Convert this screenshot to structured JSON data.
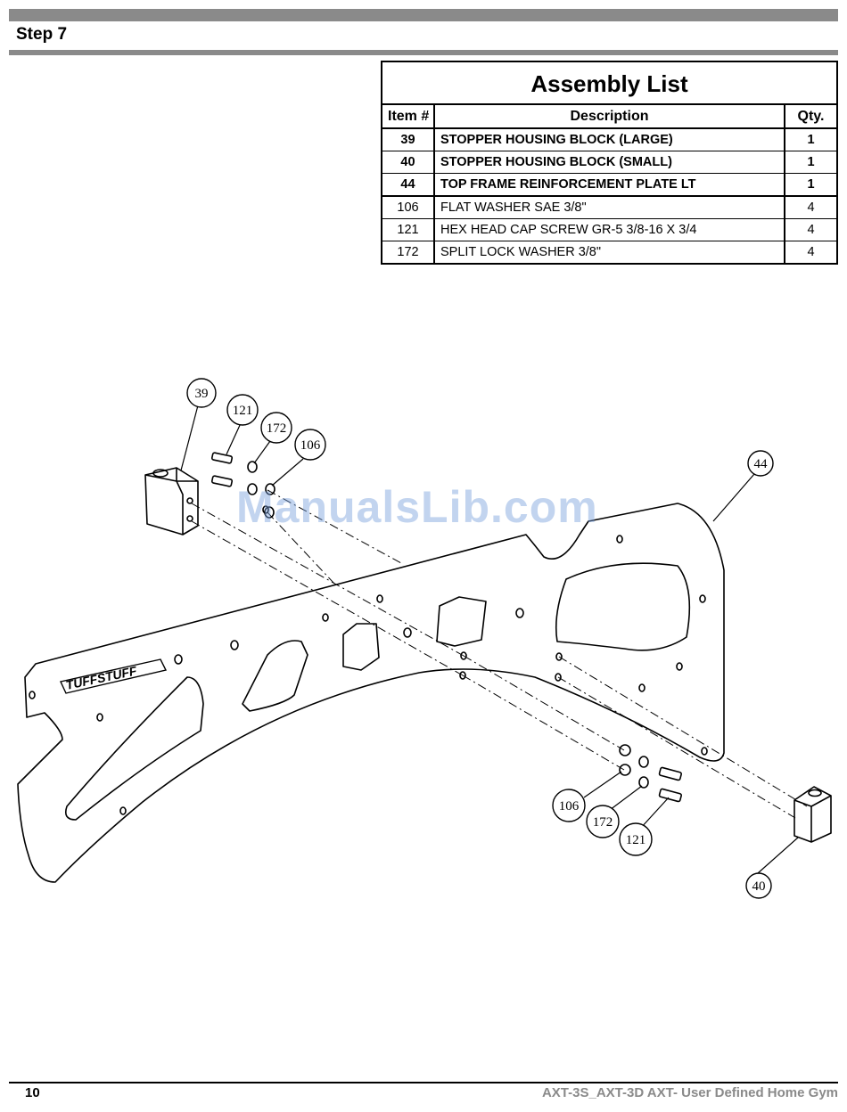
{
  "header": {
    "step_title": "Step 7"
  },
  "assembly_list": {
    "title": "Assembly List",
    "columns": {
      "item": "Item #",
      "description": "Description",
      "qty": "Qty."
    },
    "rows": [
      {
        "item": "39",
        "description": "STOPPER HOUSING BLOCK (LARGE)",
        "qty": "1"
      },
      {
        "item": "40",
        "description": "STOPPER HOUSING BLOCK (SMALL)",
        "qty": "1"
      },
      {
        "item": "44",
        "description": "TOP FRAME REINFORCEMENT PLATE LT",
        "qty": "1"
      },
      {
        "item": "106",
        "description": "FLAT WASHER SAE 3/8\"",
        "qty": "4"
      },
      {
        "item": "121",
        "description": "HEX HEAD CAP SCREW GR-5 3/8-16 X 3/4",
        "qty": "4"
      },
      {
        "item": "172",
        "description": "SPLIT LOCK WASHER 3/8\"",
        "qty": "4"
      }
    ]
  },
  "diagram": {
    "callouts": {
      "c39": "39",
      "c121_top": "121",
      "c172_top": "172",
      "c106_top": "106",
      "c44": "44",
      "c106_bottom": "106",
      "c172_bottom": "172",
      "c121_bottom": "121",
      "c40": "40"
    },
    "logo_text": "TUFFSTUFF"
  },
  "watermark": "ManualsLib.com",
  "footer": {
    "page_number": "10",
    "doc_title": "AXT-3S_AXT-3D  AXT- User Defined Home Gym"
  }
}
